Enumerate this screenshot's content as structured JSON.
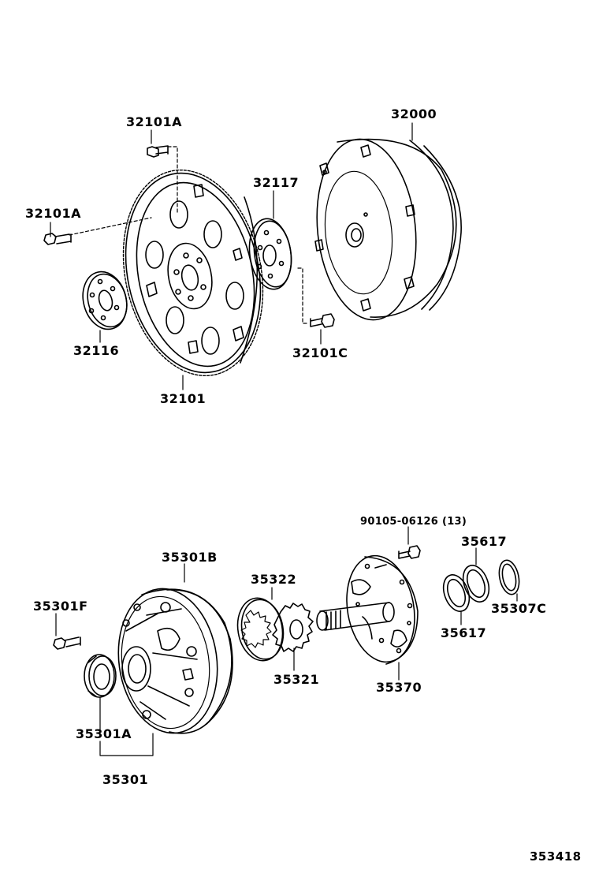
{
  "diagram": {
    "reference_number": "353418",
    "labels": {
      "p32101A_top": "32101A",
      "p32101A_left": "32101A",
      "p32116": "32116",
      "p32101": "32101",
      "p32117": "32117",
      "p32101C": "32101C",
      "p32000": "32000",
      "p35301B": "35301B",
      "p35301F": "35301F",
      "p35301A": "35301A",
      "p35301": "35301",
      "p35322": "35322",
      "p35321": "35321",
      "p90105": "90105-06126 (13)",
      "p35370": "35370",
      "p35617_top": "35617",
      "p35617_bottom": "35617",
      "p35307C": "35307C"
    }
  }
}
